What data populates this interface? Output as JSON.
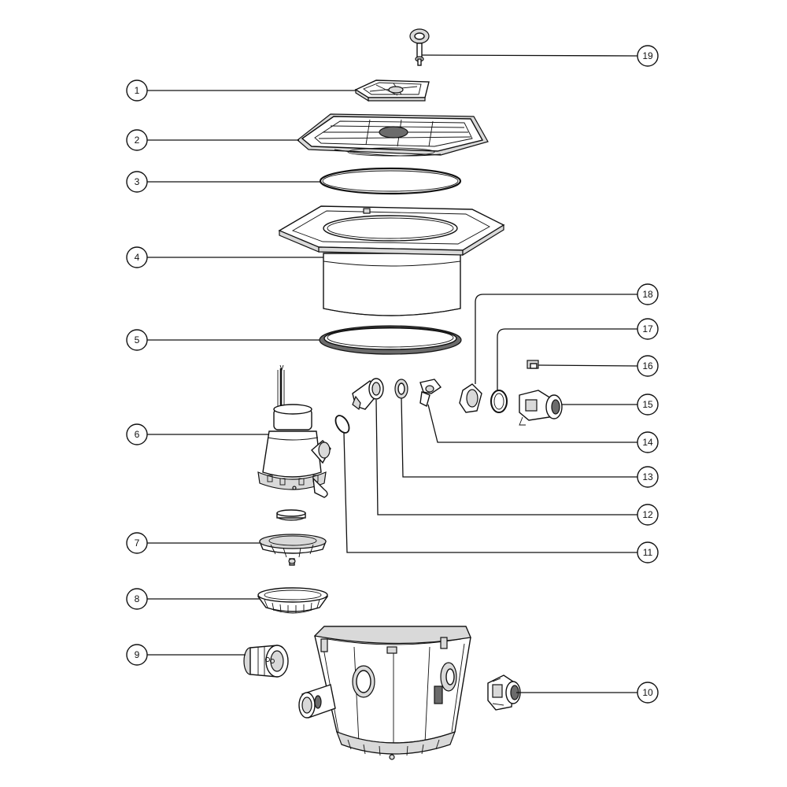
{
  "callouts": {
    "c1": "1",
    "c2": "2",
    "c3": "3",
    "c4": "4",
    "c5": "5",
    "c6": "6",
    "c7": "7",
    "c8": "8",
    "c9": "9",
    "c10": "10",
    "c11": "11",
    "c12": "12",
    "c13": "13",
    "c14": "14",
    "c15": "15",
    "c16": "16",
    "c17": "17",
    "c18": "18",
    "c19": "19"
  },
  "colors": {
    "line": "#111111",
    "background": "#ffffff",
    "shade": "#d9d9d9"
  }
}
